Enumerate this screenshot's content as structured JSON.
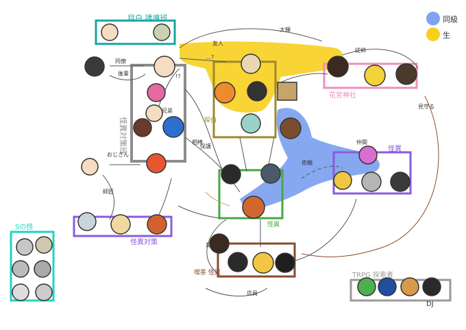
{
  "legend": {
    "items": [
      {
        "color": "#7fa3ef",
        "text": "同級"
      },
      {
        "color": "#f7cf1f",
        "text": "生"
      }
    ]
  },
  "groups": {
    "teal_top": {
      "label": "目白 誘導班",
      "color": "#15a5a0"
    },
    "gray_left": {
      "label": "怪異対策班",
      "color": "#8c8c8c"
    },
    "pink_right": {
      "label": "花宮神社",
      "color": "#ee8fb8"
    },
    "purple_right": {
      "label": "怪異",
      "color": "#8a5be0"
    },
    "purple_left": {
      "label": "怪異対策",
      "color": "#8a5be0"
    },
    "teal_left": {
      "label": "Sの怪",
      "color": "#20d3c2"
    },
    "gray_bottom": {
      "label": "TRPG 探索者",
      "color": "#9a9a9a"
    },
    "brown_bottom": {
      "label": "喫茶 怪異",
      "color": "#8a4a2a"
    },
    "olive_center": {
      "label": "探偵",
      "color": "#9e8a2a"
    },
    "green_center": {
      "label": "怪異",
      "color": "#48a642"
    },
    "bottom_name": "DJ"
  },
  "edge_labels": [
    {
      "text": "友人"
    },
    {
      "text": "…?"
    },
    {
      "text": "大輝"
    },
    {
      "text": "従姉"
    },
    {
      "text": "見守る"
    },
    {
      "text": "保護"
    },
    {
      "text": "同僚"
    },
    {
      "text": "後輩"
    },
    {
      "text": "相棒"
    },
    {
      "text": "おじさん"
    },
    {
      "text": "師匠"
    },
    {
      "text": "兄弟"
    },
    {
      "text": "依頼"
    },
    {
      "text": "仲間"
    },
    {
      "text": "常連"
    },
    {
      "text": "店員"
    },
    {
      "text": "!?"
    }
  ]
}
